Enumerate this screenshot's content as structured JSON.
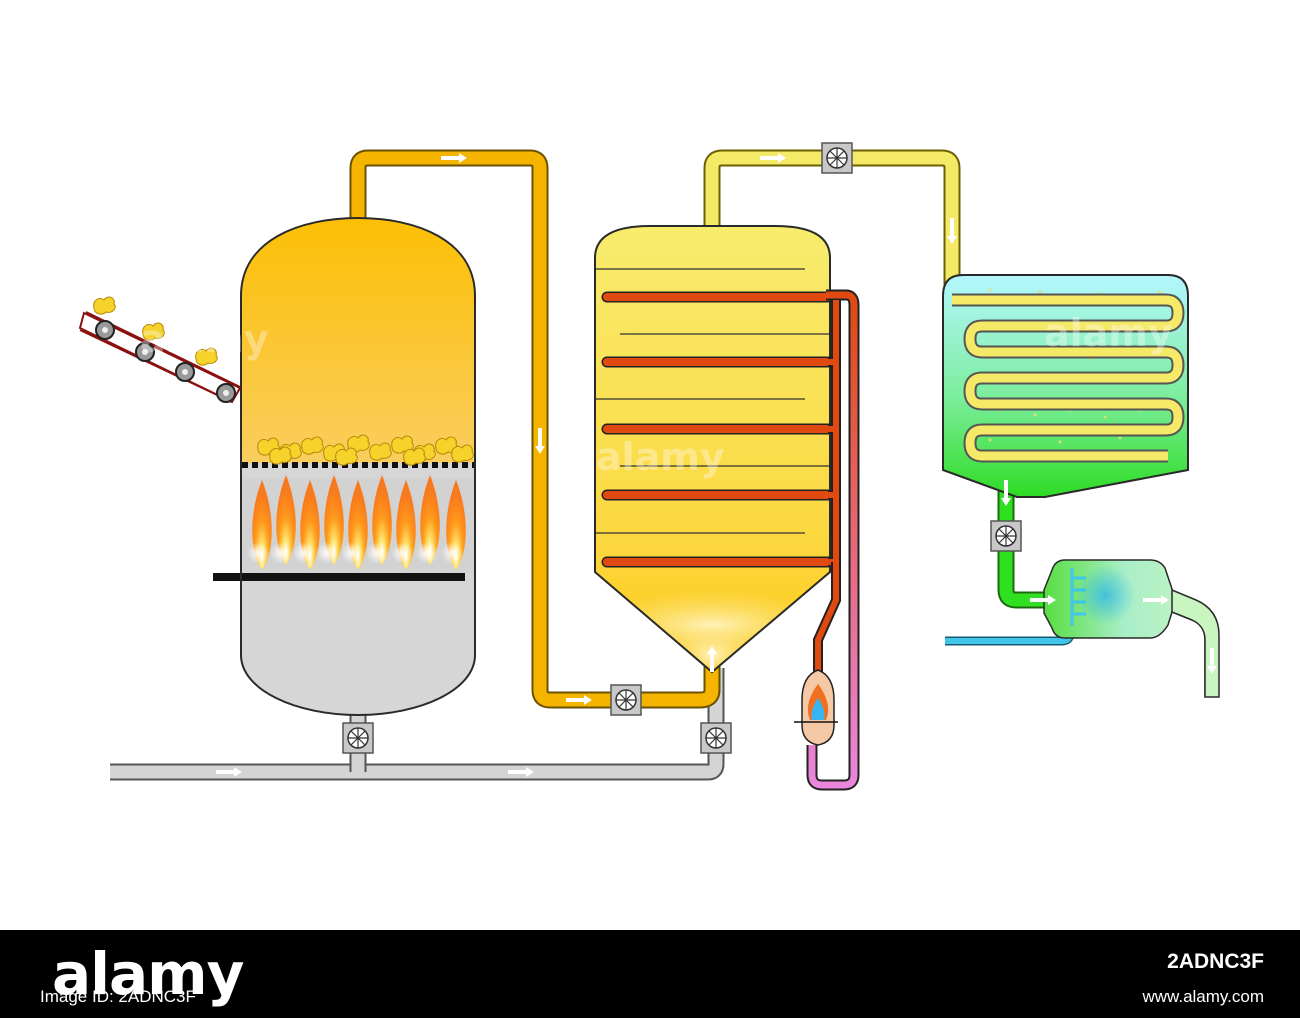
{
  "footer": {
    "brand": "alamy",
    "stock_id": "2ADNC3F",
    "image_id": "Image ID: 2ADNC3F",
    "url": "www.alamy.com"
  },
  "watermark": "alamy",
  "colors": {
    "hot_gas": "#f5b400",
    "cool_gas": "#f5e968",
    "air_pipe": "#d4d4d4",
    "heater_loop": "#e04a10",
    "heater_return": "#e67ed0",
    "condenser_top": "#aef4ff",
    "condenser_bottom": "#30e020",
    "cold_water": "#3fc6e8",
    "outlet": "#c8f5c0"
  },
  "icons": {
    "valve": "fan-valve-icon",
    "arrow": "flow-arrow-icon",
    "flame": "flame-icon",
    "conveyor": "conveyor-belt-icon"
  }
}
